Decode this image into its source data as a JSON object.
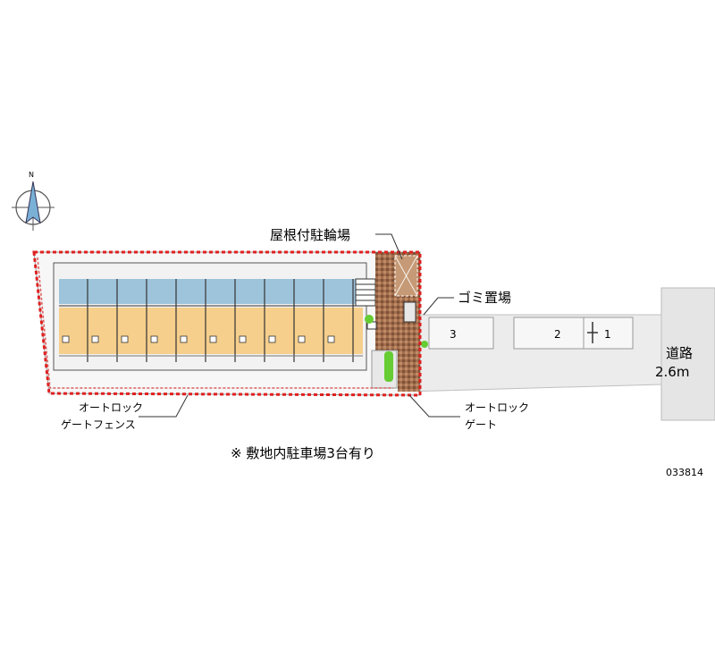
{
  "compass": {
    "north_label": "N"
  },
  "labels": {
    "bicycle_parking": "屋根付駐輪場",
    "garbage_area": "ゴミ置場",
    "autolock_fence_line1": "オートロック",
    "autolock_fence_line2": "ゲートフェンス",
    "autolock_gate_line1": "オートロック",
    "autolock_gate_line2": "ゲート",
    "road_line1": "道路",
    "road_line2": "2.6m"
  },
  "parking_spaces": [
    "3",
    "2",
    "1"
  ],
  "note": "※ 敷地内駐車場3台有り",
  "property_code": "033814",
  "colors": {
    "boundary": "#e02020",
    "unit_blue": "#9ec4dc",
    "unit_orange": "#f6cf8c",
    "brick": "#9a6a4a",
    "paving": "#ececec",
    "green": "#66cc33"
  }
}
